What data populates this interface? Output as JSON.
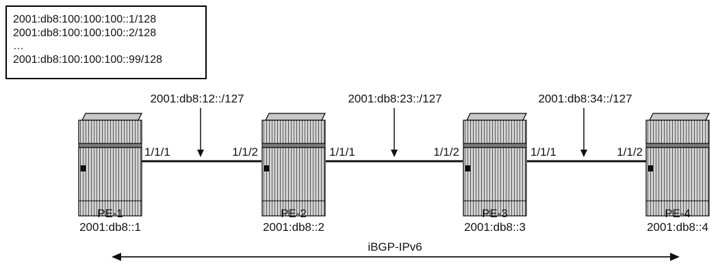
{
  "prefix_box": {
    "lines": [
      "2001:db8:100:100:100::1/128",
      "2001:db8:100:100:100::2/128",
      "…",
      "2001:db8:100:100:100::99/128"
    ]
  },
  "routers": [
    {
      "name": "PE-1",
      "address": "2001:db8::1"
    },
    {
      "name": "PE-2",
      "address": "2001:db8::2"
    },
    {
      "name": "PE-3",
      "address": "2001:db8::3"
    },
    {
      "name": "PE-4",
      "address": "2001:db8::4"
    }
  ],
  "links": [
    {
      "subnet": "2001:db8:12::/127",
      "left_port": "1/1/1",
      "right_port": "1/1/2"
    },
    {
      "subnet": "2001:db8:23::/127",
      "left_port": "1/1/1",
      "right_port": "1/1/2"
    },
    {
      "subnet": "2001:db8:34::/127",
      "left_port": "1/1/1",
      "right_port": "1/1/2"
    }
  ],
  "session": {
    "label": "iBGP-IPv6"
  }
}
